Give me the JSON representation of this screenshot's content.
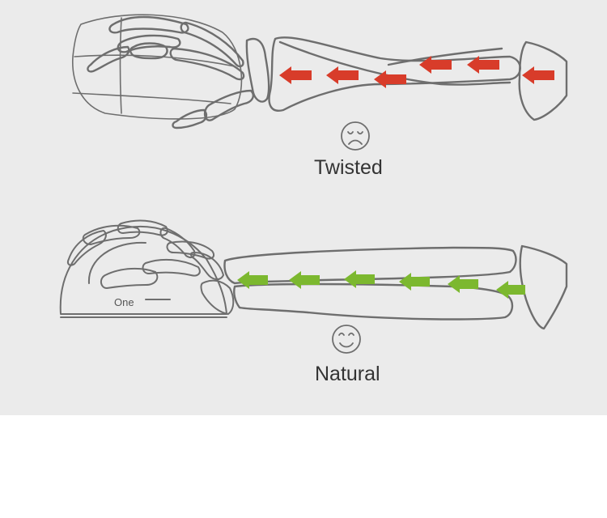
{
  "colors": {
    "background": "#ebebeb",
    "outline": "#6e6e6e",
    "twisted_arrow": "#d83c2a",
    "natural_arrow": "#7cb82f"
  },
  "twisted": {
    "caption": "Twisted",
    "face_icon": "sad-face-icon",
    "arrow_count": 6
  },
  "natural": {
    "caption": "Natural",
    "face_icon": "smile-face-icon",
    "arrow_count": 6,
    "mouse_brand": "One"
  }
}
